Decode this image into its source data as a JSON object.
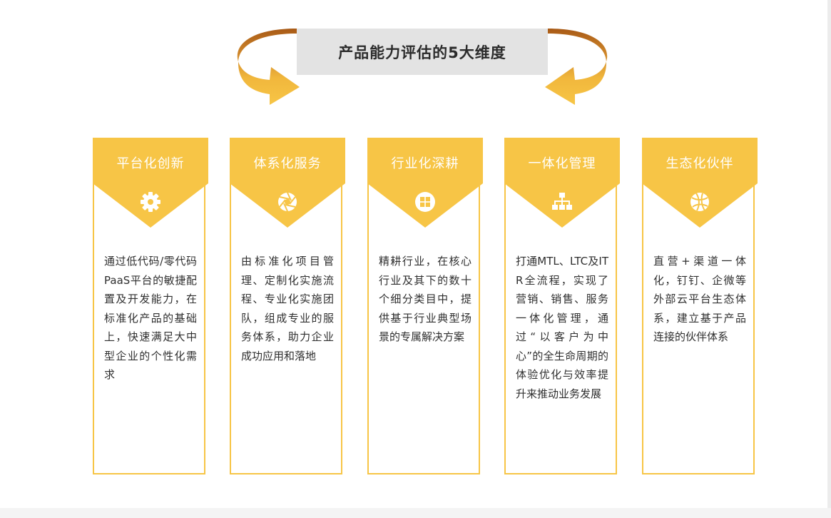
{
  "title": "产品能力评估的5大维度",
  "colors": {
    "accent": "#f7c546",
    "accent_dark": "#b96a1e",
    "title_bg": "#e3e3e3",
    "text": "#2f2f2f"
  },
  "cards": [
    {
      "title": "平台化创新",
      "icon": "gear-icon",
      "text": "通过低代码/零代码PaaS平台的敏捷配置及开发能力，在标准化产品的基础上，快速满足大中型企业的个性化需求"
    },
    {
      "title": "体系化服务",
      "icon": "aperture-icon",
      "text": "由标准化项目管理、定制化实施流程、专业化实施团队，组成专业的服务体系，助力企业成功应用和落地"
    },
    {
      "title": "行业化深耕",
      "icon": "windows-icon",
      "text": "精耕行业，在核心行业及其下的数十个细分类目中，提供基于行业典型场景的专属解决方案"
    },
    {
      "title": "一体化管理",
      "icon": "hierarchy-icon",
      "text": "打通MTL、LTC及ITR全流程，实现了营销、销售、服务一体化管理，通过“以客户为中心”的全生命周期的体验优化与效率提升来推动业务发展"
    },
    {
      "title": "生态化伙伴",
      "icon": "basketball-icon",
      "text": "直营+渠道一体化，钉钉、企微等外部云平台生态体系，建立基于产品连接的伙伴体系"
    }
  ]
}
